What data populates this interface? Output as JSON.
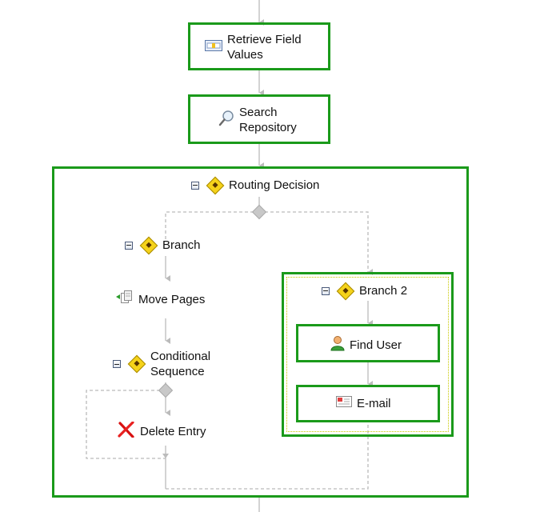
{
  "nodes": {
    "retrieve_field_values": {
      "line1": "Retrieve Field",
      "line2": "Values"
    },
    "search_repository": {
      "line1": "Search",
      "line2": "Repository"
    },
    "routing_decision": {
      "label": "Routing Decision"
    },
    "branch": {
      "label": "Branch"
    },
    "move_pages": {
      "label": "Move Pages"
    },
    "conditional_sequence": {
      "line1": "Conditional",
      "line2": "Sequence"
    },
    "delete_entry": {
      "label": "Delete Entry"
    },
    "branch_2": {
      "label": "Branch 2"
    },
    "find_user": {
      "label": "Find User"
    },
    "email": {
      "label": "E-mail"
    }
  },
  "colors": {
    "highlight_border": "#1a9a1a",
    "connector": "#b5b5b5",
    "decision_icon": "#f5d21a"
  },
  "icons": {
    "retrieve_field_values": "field-values-icon",
    "search_repository": "magnifier-icon",
    "decision": "diamond-decision-icon",
    "move_pages": "move-pages-icon",
    "delete_entry": "red-x-icon",
    "find_user": "user-icon",
    "email": "email-icon",
    "collapse": "collapse-minus-icon"
  }
}
